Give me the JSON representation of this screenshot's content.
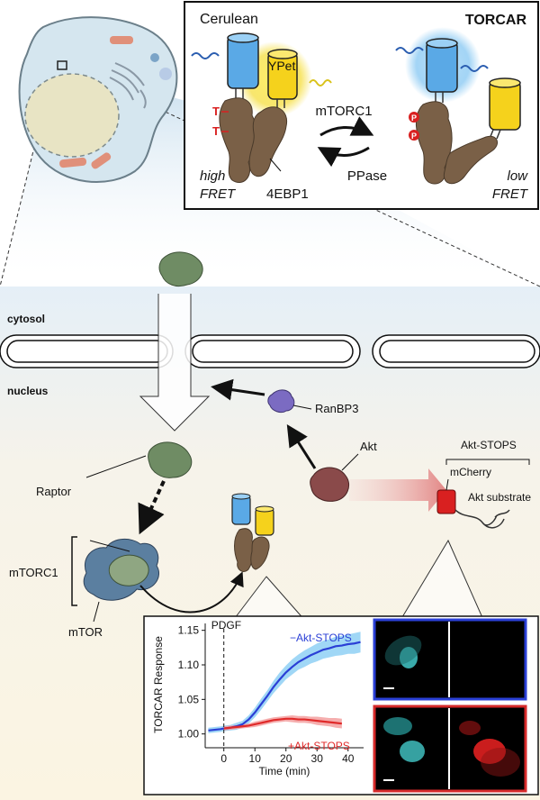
{
  "inset": {
    "title": "TORCAR",
    "donor_label": "Cerulean",
    "acceptor_label": "YPet",
    "substrate_label": "4EBP1",
    "kinase_label": "mTORC1",
    "phosphatase_label": "PPase",
    "site_label": "T",
    "phospho_label": "P",
    "state_left_line1": "high",
    "state_left_line2": "FRET",
    "state_right_line1": "low",
    "state_right_line2": "FRET"
  },
  "cell": {
    "cytosol_label": "cytosol",
    "nucleus_label": "nucleus"
  },
  "pathway": {
    "ranbp3_label": "RanBP3",
    "akt_label": "Akt",
    "raptor_label": "Raptor",
    "complex_label": "mTORC1",
    "mtor_label": "mTOR",
    "stops_label": "Akt-STOPS",
    "mcherry_label": "mCherry",
    "akt_substrate_label": "Akt substrate"
  },
  "colors": {
    "cerulean": "#5aa9e6",
    "ypet": "#f5d21c",
    "protein_brown": "#7a6047",
    "mtor_blue": "#5b7fa0",
    "raptor_green": "#8fa682",
    "akt_maroon": "#8a4a4a",
    "ranbp3_purple": "#7b6bc2",
    "mcherry_red": "#d92020",
    "series_minus": "#2a3fd6",
    "series_plus": "#e02a2a",
    "frame_blue": "#2a3fd6",
    "frame_red": "#d62a2a"
  },
  "chart_data": {
    "type": "line",
    "xlabel": "Time (min)",
    "ylabel": "TORCAR Response",
    "xlim": [
      -6,
      45
    ],
    "ylim": [
      0.98,
      1.16
    ],
    "xticks": [
      0,
      10,
      20,
      30,
      40
    ],
    "yticks": [
      1.0,
      1.05,
      1.1,
      1.15
    ],
    "annotation": "PDGF",
    "annotation_x": 0,
    "series": [
      {
        "name": "−Akt-STOPS",
        "color": "#2a3fd6",
        "band": "#8fd0f5",
        "x": [
          -5,
          -3,
          -1,
          0,
          2,
          4,
          6,
          8,
          10,
          12,
          14,
          16,
          18,
          20,
          22,
          24,
          26,
          28,
          30,
          32,
          34,
          36,
          38,
          40,
          42,
          44
        ],
        "y": [
          1.005,
          1.006,
          1.007,
          1.008,
          1.009,
          1.011,
          1.014,
          1.021,
          1.031,
          1.043,
          1.055,
          1.068,
          1.079,
          1.089,
          1.097,
          1.104,
          1.109,
          1.114,
          1.118,
          1.122,
          1.124,
          1.127,
          1.128,
          1.13,
          1.131,
          1.133
        ],
        "err": [
          0.004,
          0.004,
          0.004,
          0.004,
          0.004,
          0.005,
          0.005,
          0.006,
          0.007,
          0.008,
          0.008,
          0.009,
          0.01,
          0.01,
          0.011,
          0.011,
          0.012,
          0.012,
          0.013,
          0.013,
          0.013,
          0.014,
          0.014,
          0.014,
          0.015,
          0.015
        ]
      },
      {
        "name": "+Akt-STOPS",
        "color": "#e02a2a",
        "band": "#f3a0a0",
        "x": [
          0,
          2,
          4,
          6,
          8,
          10,
          12,
          14,
          16,
          18,
          20,
          22,
          24,
          26,
          28,
          30,
          32,
          34,
          36,
          38
        ],
        "y": [
          1.008,
          1.009,
          1.01,
          1.011,
          1.012,
          1.014,
          1.016,
          1.018,
          1.02,
          1.021,
          1.022,
          1.022,
          1.021,
          1.021,
          1.02,
          1.019,
          1.018,
          1.017,
          1.016,
          1.015
        ],
        "err": [
          0.003,
          0.003,
          0.003,
          0.003,
          0.003,
          0.004,
          0.004,
          0.004,
          0.004,
          0.004,
          0.004,
          0.005,
          0.005,
          0.005,
          0.005,
          0.006,
          0.006,
          0.006,
          0.007,
          0.007
        ]
      }
    ]
  }
}
